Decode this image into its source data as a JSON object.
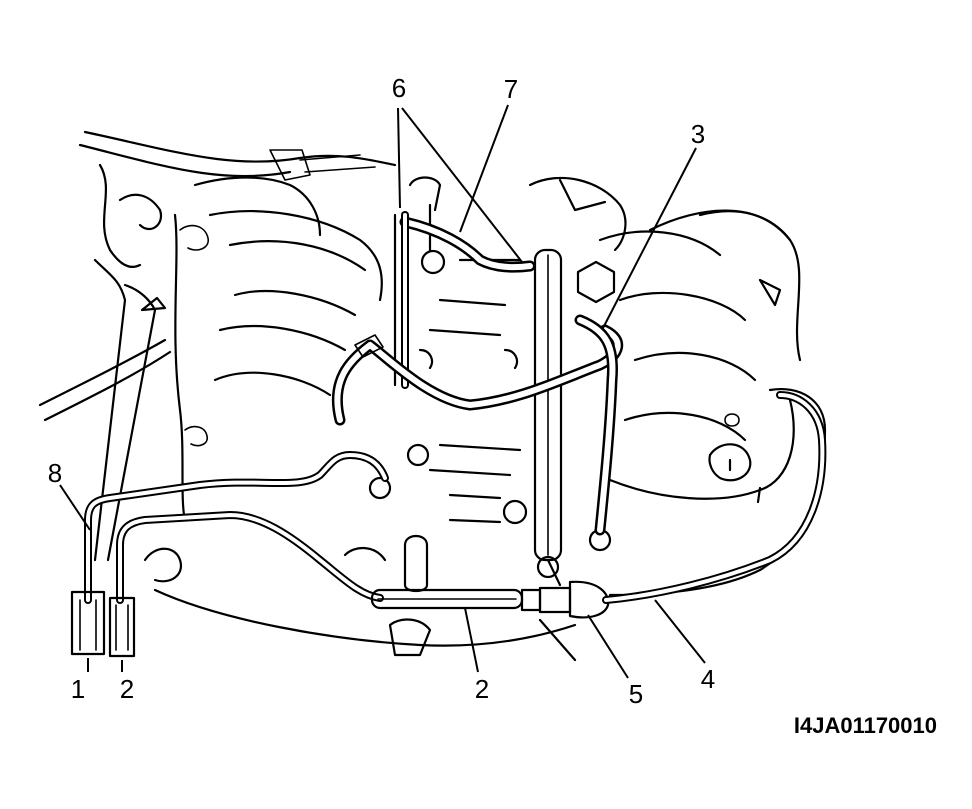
{
  "callouts": [
    {
      "id": "c1",
      "text": "1"
    },
    {
      "id": "c2a",
      "text": "2"
    },
    {
      "id": "c2b",
      "text": "2"
    },
    {
      "id": "c3",
      "text": "3"
    },
    {
      "id": "c4",
      "text": "4"
    },
    {
      "id": "c5",
      "text": "5"
    },
    {
      "id": "c6",
      "text": "6"
    },
    {
      "id": "c7",
      "text": "7"
    },
    {
      "id": "c8",
      "text": "8"
    }
  ],
  "figure_code": "I4JA01170010"
}
